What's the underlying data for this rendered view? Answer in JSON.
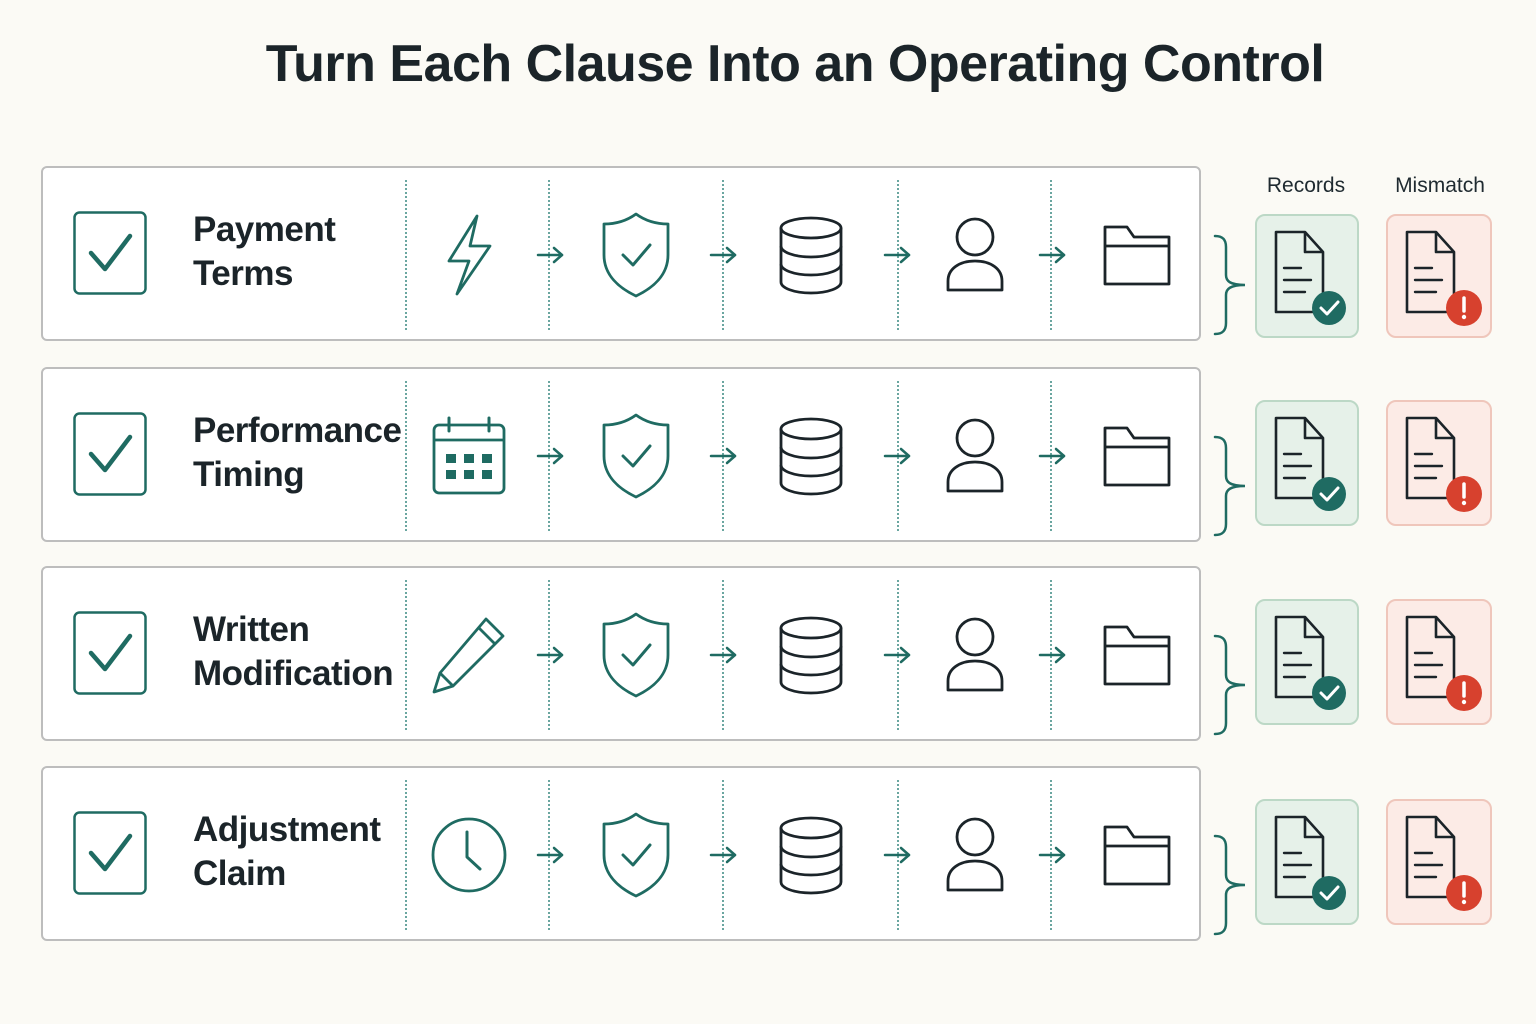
{
  "title": "Turn Each Clause Into an Operating Control",
  "columns": {
    "records": "Records",
    "mismatch": "Mismatch"
  },
  "colors": {
    "teal": "#1f6b62",
    "ink": "#1b2429",
    "ok_fill": "#e6f1e9",
    "bad_fill": "#fcebe6",
    "alert": "#d7412e"
  },
  "rows": [
    {
      "line1": "Payment",
      "line2": "Terms",
      "trigger_icon": "lightning-icon"
    },
    {
      "line1": "Performance",
      "line2": "Timing",
      "trigger_icon": "calendar-icon"
    },
    {
      "line1": "Written",
      "line2": "Modification",
      "trigger_icon": "pencil-icon"
    },
    {
      "line1": "Adjustment",
      "line2": "Claim",
      "trigger_icon": "clock-icon"
    }
  ],
  "pipeline_icons": [
    "shield-check-icon",
    "database-icon",
    "user-icon",
    "folder-icon"
  ]
}
